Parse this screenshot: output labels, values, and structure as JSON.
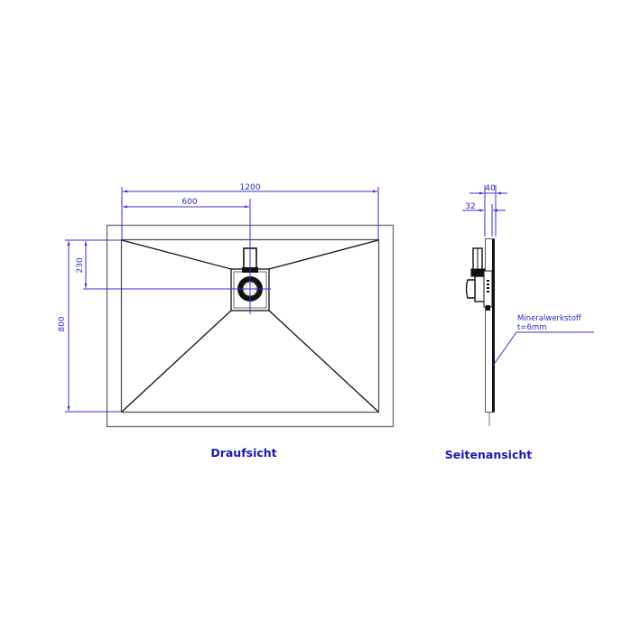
{
  "drawing": {
    "colors": {
      "dimension": "#3333cc",
      "label": "#1a1ab0",
      "outline": "#555555",
      "edge": "#111111"
    },
    "top_view": {
      "title": "Draufsicht",
      "dimensions": {
        "width": "1200",
        "drain_offset_x": "600",
        "depth": "800",
        "drain_offset_y": "230"
      }
    },
    "side_view": {
      "title": "Seitenansicht",
      "dimensions": {
        "total_thickness": "40",
        "tray_thickness": "32"
      },
      "material_note": {
        "line1": "Mineralwerkstoff",
        "line2": "t=6mm"
      }
    }
  }
}
